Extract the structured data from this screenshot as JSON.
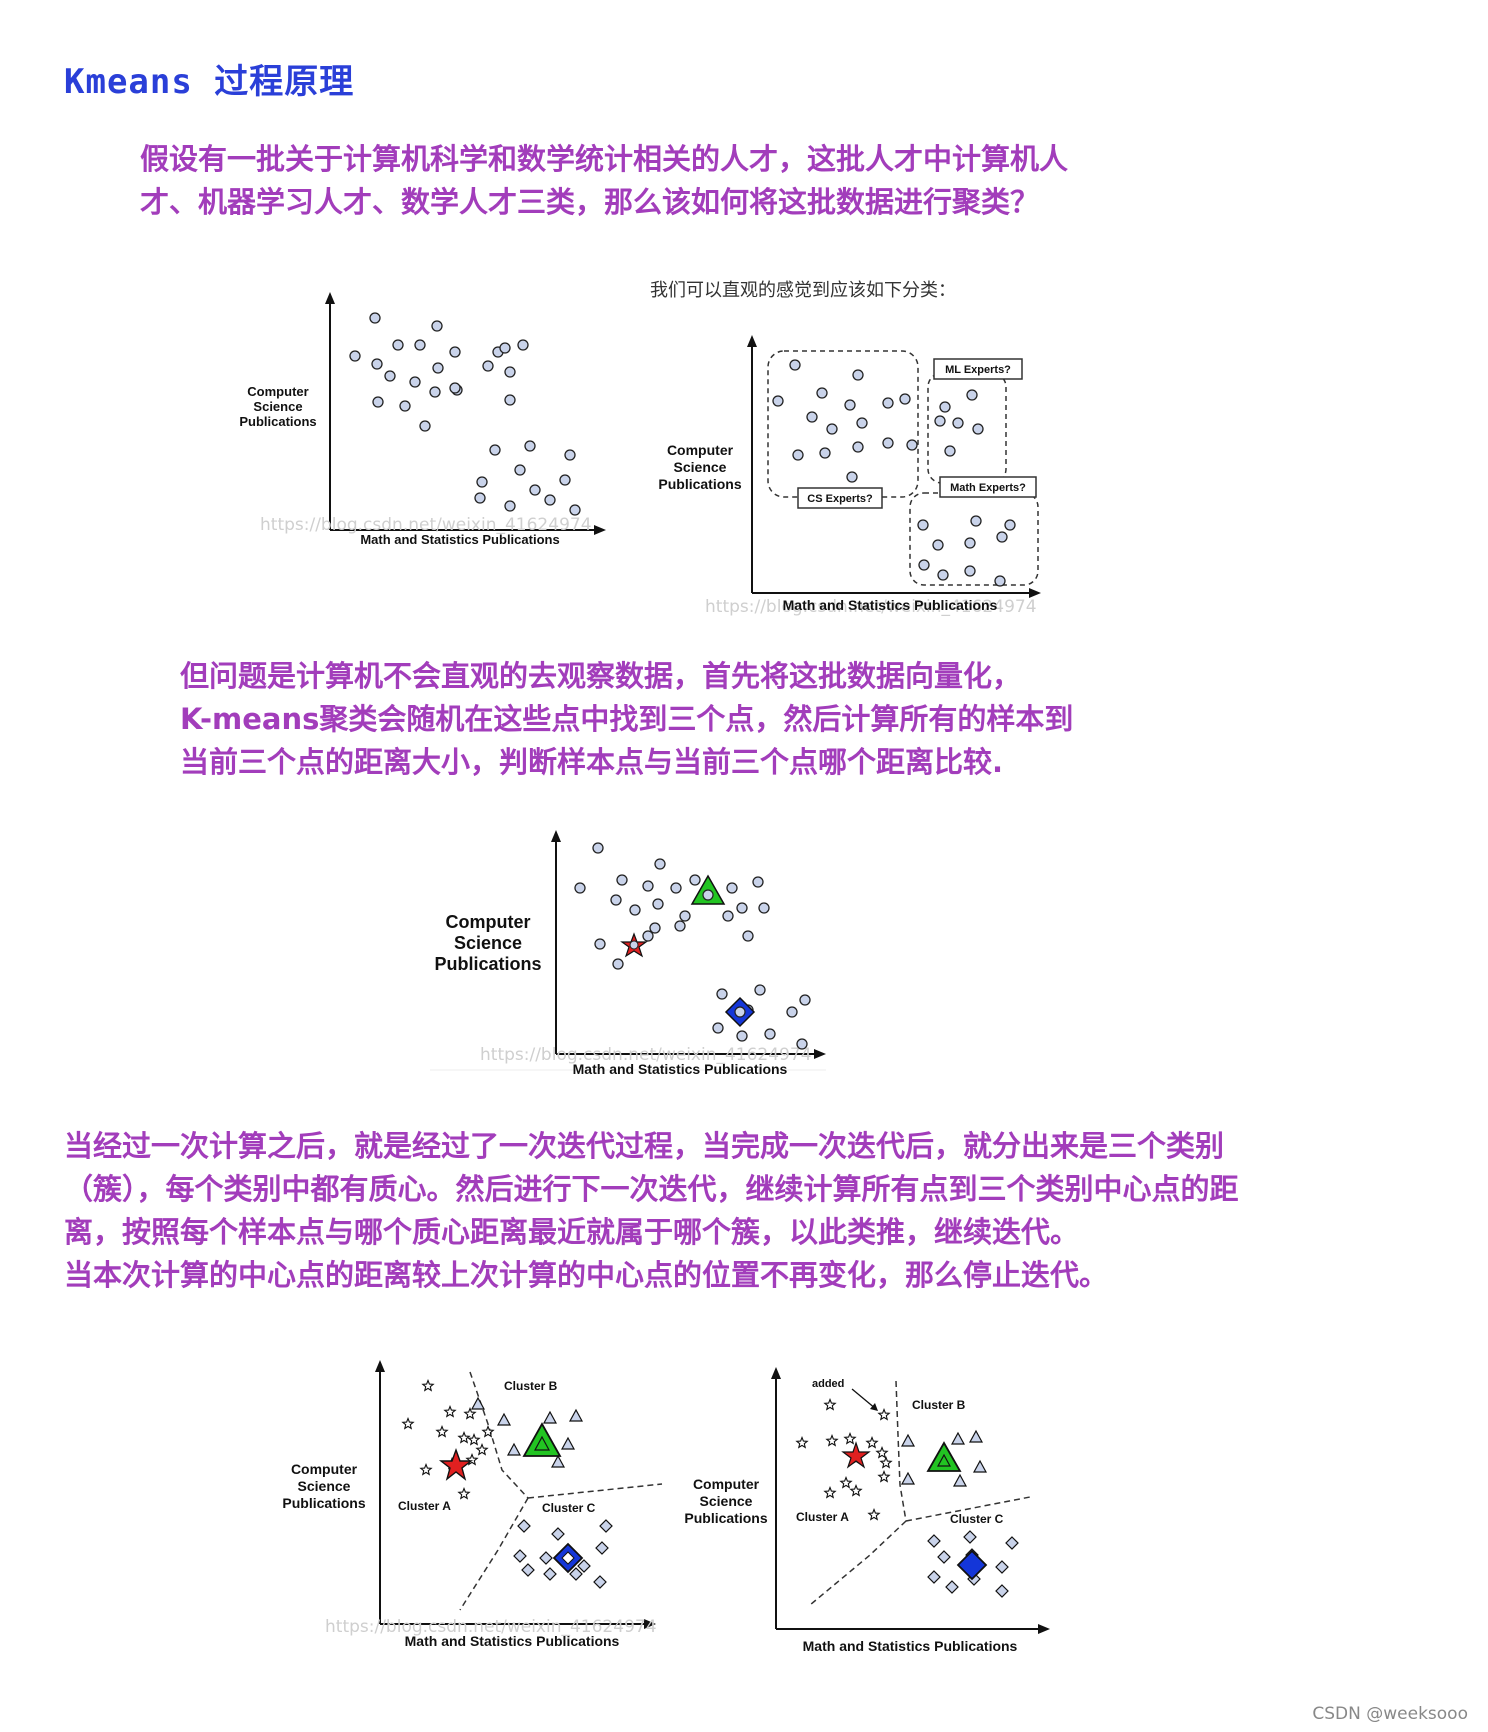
{
  "title": "Kmeans 过程原理",
  "intro": {
    "line1": "假设有一批关于计算机科学和数学统计相关的人才，这批人才中计算机人",
    "line2": "才、机器学习人才、数学人才三类，那么该如何将这批数据进行聚类？"
  },
  "caption": "我们可以直观的感觉到应该如下分类：",
  "para2": {
    "line1": "但问题是计算机不会直观的去观察数据，首先将这批数据向量化，",
    "line2": "K-means聚类会随机在这些点中找到三个点，然后计算所有的样本到",
    "line3": "当前三个点的距离大小，判断样本点与当前三个点哪个距离比较."
  },
  "para3": {
    "line1": "当经过一次计算之后，就是经过了一次迭代过程，当完成一次迭代后，就分出来是三个类别",
    "line2": "（簇），每个类别中都有质心。然后进行下一次迭代，继续计算所有点到三个类别中心点的距",
    "line3": "离，按照每个样本点与哪个质心距离最近就属于哪个簇，以此类推，继续迭代。",
    "line4": "当本次计算的中心点的距离较上次计算的中心点的位置不再变化，那么停止迭代。"
  },
  "axis": {
    "y1": "Computer",
    "y2": "Science",
    "y3": "Publications",
    "x": "Math and Statistics Publications"
  },
  "labels": {
    "ml": "ML Experts?",
    "cs": "CS Experts?",
    "math": "Math Experts?",
    "cluster_a": "Cluster A",
    "cluster_b": "Cluster B",
    "cluster_c": "Cluster C",
    "added": "added"
  },
  "url_watermark": "https://blog.csdn.net/weixin_41624974",
  "watermark": "CSDN @weeksooo",
  "colors": {
    "title": "#2a3fd8",
    "text": "#a23dbb",
    "point_fill": "#c9d3ea",
    "centroid_red": "#e02020",
    "centroid_green": "#22c422",
    "centroid_blue": "#1436d8"
  }
}
